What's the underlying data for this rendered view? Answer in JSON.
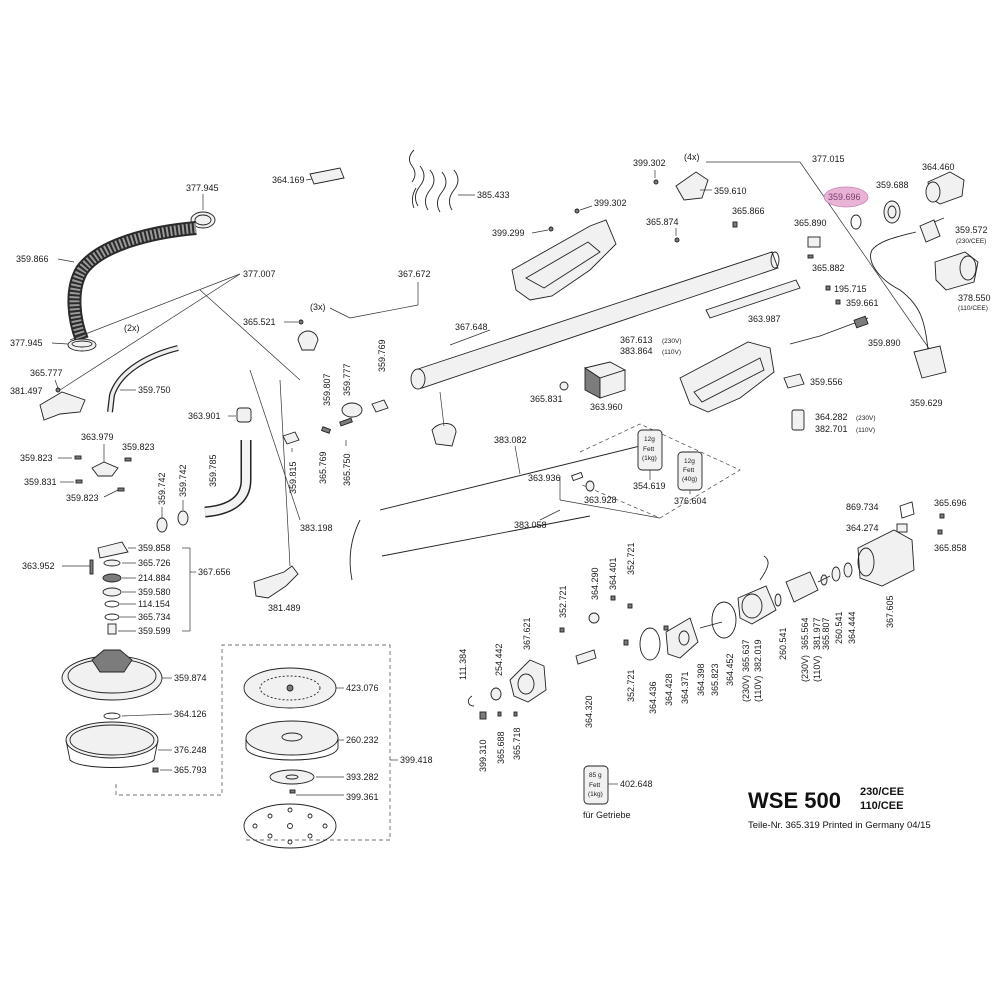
{
  "document": {
    "model": "WSE 500",
    "voltage_1": "230/CEE",
    "voltage_2": "110/CEE",
    "parts_line": "Teile-Nr. 365.319  Printed in Germany 04/15"
  },
  "highlight_color": "#e9b3d6",
  "highlighted_part": "359.696",
  "notes": {
    "four_x": "(4x)",
    "three_x": "(3x)",
    "two_x": "(2x)",
    "fuer_getriebe": "für Getriebe"
  },
  "grease": [
    {
      "top": "12g",
      "mid": "Fett",
      "bot": "(1kg)"
    },
    {
      "top": "12g",
      "mid": "Fett",
      "bot": "(40g)"
    },
    {
      "top": "85 g",
      "mid": "Fett",
      "bot": "(1kg)"
    }
  ],
  "labels": {
    "p364169": "364.169",
    "p385433": "385.433",
    "p377945a": "377.945",
    "p359866": "359.866",
    "p377007": "377.007",
    "p377945b": "377.945",
    "p365777": "365.777",
    "p381497": "381.497",
    "p359750": "359.750",
    "p365521": "365.521",
    "p367672": "367.672",
    "p367648": "367.648",
    "p399302a": "399.302",
    "p399302b": "399.302",
    "p399299": "399.299",
    "p377015": "377.015",
    "p359610": "359.610",
    "p365874": "365.874",
    "p365866": "365.866",
    "p365890": "365.890",
    "p365882": "365.882",
    "p359696": "359.696",
    "p359688": "359.688",
    "p364460": "364.460",
    "p359572": "359.572",
    "p230cee": "(230/CEE)",
    "p378550": "378.550",
    "p110cee": "(110/CEE)",
    "p195715": "195.715",
    "p359661": "359.661",
    "p363987": "363.987",
    "p367613": "367.613",
    "p230v_a": "(230V)",
    "p383864": "383.864",
    "p110v_a": "(110V)",
    "p359890": "359.890",
    "p359629": "359.629",
    "p359556": "359.556",
    "p364282": "364.282",
    "p230v_b": "(230V)",
    "p382701": "382.701",
    "p110v_b": "(110V)",
    "p365831": "365.831",
    "p363960": "363.960",
    "p363901": "363.901",
    "p359807": "359.807",
    "p359777": "359.777",
    "p359769a": "359.769",
    "p359815": "359.815",
    "p365769": "365.769",
    "p365750": "365.750",
    "p363979": "363.979",
    "p359823a": "359.823",
    "p359823b": "359.823",
    "p359831": "359.831",
    "p359823c": "359.823",
    "p359742a": "359.742",
    "p359742b": "359.742",
    "p359785": "359.785",
    "p383082": "383.082",
    "p354619": "354.619",
    "p376604": "376.604",
    "p363936": "363.936",
    "p363928": "363.928",
    "p383198": "383.198",
    "p383058": "383.058",
    "p363952": "363.952",
    "p359858": "359.858",
    "p365726": "365.726",
    "p214884": "214.884",
    "p359580": "359.580",
    "p114154": "114.154",
    "p365734": "365.734",
    "p359599": "359.599",
    "p367656": "367.656",
    "p381489": "381.489",
    "p359874": "359.874",
    "p364126": "364.126",
    "p376248": "376.248",
    "p365793": "365.793",
    "p423076": "423.076",
    "p260232": "260.232",
    "p393282": "393.282",
    "p399361": "399.361",
    "p399418": "399.418",
    "p111384": "111.384",
    "p254442": "254.442",
    "p367621": "367.621",
    "p352721a": "352.721",
    "p364290": "364.290",
    "p364401": "364.401",
    "p352721b": "352.721",
    "p399310": "399.310",
    "p365688": "365.688",
    "p365718": "365.718",
    "p364320": "364.320",
    "p352721c": "352.721",
    "p364436": "364.436",
    "p364428": "364.428",
    "p364371": "364.371",
    "p364398": "364.398",
    "p365823": "365.823",
    "p364452": "364.452",
    "p230v_c": "(230V)",
    "p365637": "365.637",
    "p110v_c": "(110V)",
    "p382019": "382.019",
    "p260541a": "260.541",
    "p230v_d": "(230V)",
    "p365564": "365.564",
    "p110v_d": "(110V)",
    "p381977": "381.977",
    "p365807": "365.807",
    "p260541b": "260.541",
    "p364444": "364.444",
    "p367605": "367.605",
    "p869734": "869.734",
    "p365696": "365.696",
    "p364274": "364.274",
    "p365858": "365.858",
    "p402648": "402.648"
  }
}
